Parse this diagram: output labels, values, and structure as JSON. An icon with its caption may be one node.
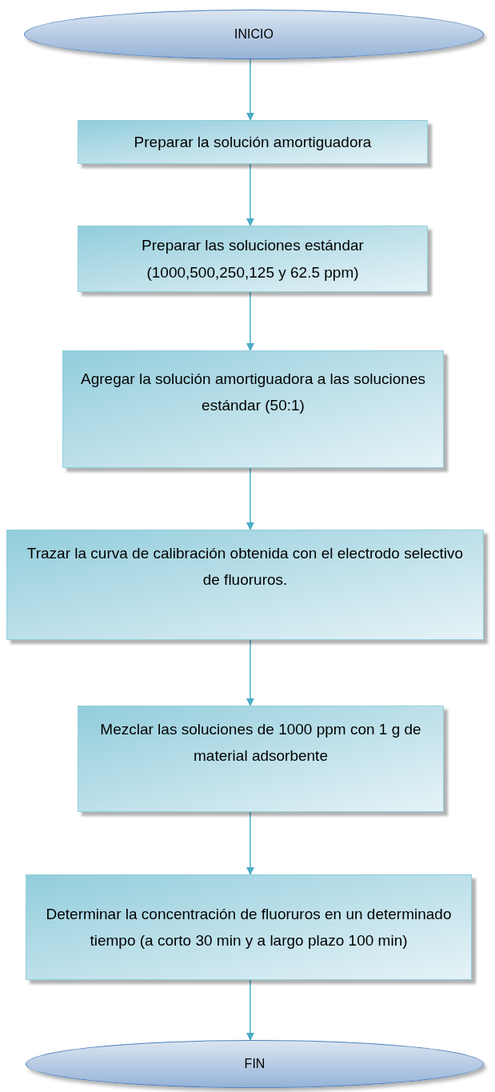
{
  "diagram": {
    "nodes": [
      {
        "text": [
          "INICIO"
        ]
      },
      {
        "text": [
          "Preparar la solución amortiguadora"
        ]
      },
      {
        "text": [
          "Preparar las soluciones estándar (1000,500,250,125 y 62.5 ppm)"
        ]
      },
      {
        "text": [
          "Agregar la solución amortiguadora a las soluciones estándar (50:1)"
        ]
      },
      {
        "text": [
          "Trazar la curva de calibración obtenida con el electrodo selectivo de fluoruros."
        ]
      },
      {
        "text": [
          "Mezclar las soluciones de 1000 ppm con 1 g de material adsorbente"
        ]
      },
      {
        "text": [
          "Determinar la concentración de fluoruros en un determinado tiempo (a corto 30 min y a largo plazo 100 min)"
        ]
      },
      {
        "text": [
          "FIN"
        ]
      }
    ],
    "edges": [
      {
        "from": 0,
        "to": 1,
        "arrow": "to"
      },
      {
        "from": 1,
        "to": 2,
        "arrow": "to"
      },
      {
        "from": 2,
        "to": 3,
        "arrow": "to"
      },
      {
        "from": 3,
        "to": 4,
        "arrow": "to"
      },
      {
        "from": 4,
        "to": 5,
        "arrow": "to"
      },
      {
        "from": 5,
        "to": 6,
        "arrow": "to"
      },
      {
        "from": 6,
        "to": 7,
        "arrow": "to"
      }
    ]
  }
}
